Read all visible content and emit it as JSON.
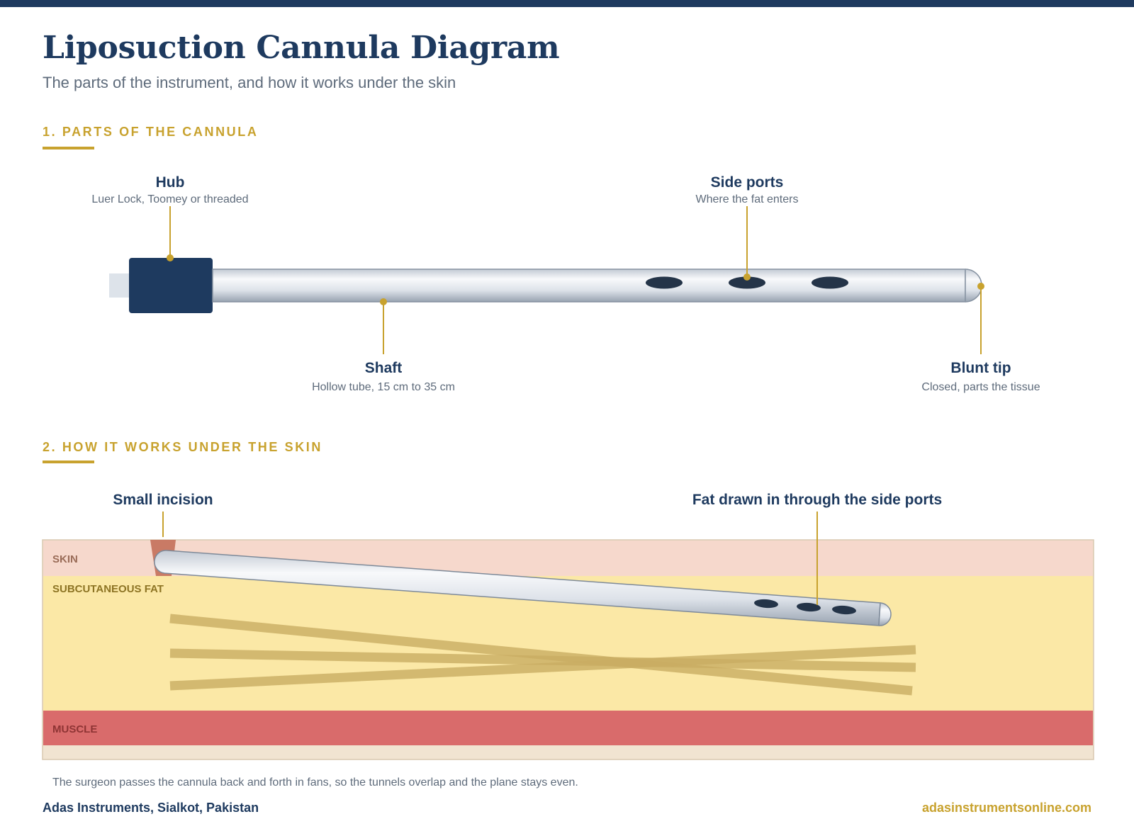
{
  "title": "Liposuction Cannula Diagram",
  "subtitle": "The parts of the instrument, and how it works under the skin",
  "section1": {
    "heading": "1. PARTS OF THE CANNULA",
    "hub": {
      "title": "Hub",
      "desc": "Luer Lock, Toomey or threaded"
    },
    "side_ports": {
      "title": "Side ports",
      "desc": "Where the fat enters"
    },
    "shaft": {
      "title": "Shaft",
      "desc": "Hollow tube, 15 cm to 35 cm"
    },
    "blunt_tip": {
      "title": "Blunt tip",
      "desc": "Closed, parts the tissue"
    }
  },
  "section2": {
    "heading": "2. HOW IT WORKS UNDER THE SKIN",
    "incision_label": "Small incision",
    "fat_label": "Fat drawn in through the side ports",
    "layers": {
      "skin": "SKIN",
      "fat": "SUBCUTANEOUS FAT",
      "muscle": "MUSCLE"
    },
    "caption": "The surgeon passes the cannula back and forth in fans, so the tunnels overlap and the plane stays even."
  },
  "footer": {
    "company": "Adas Instruments, Sialkot, Pakistan",
    "website": "adasinstrumentsonline.com"
  },
  "colors": {
    "navy": "#1e3a5f",
    "gold": "#c8a22e",
    "skin": "#f6d8cc",
    "fat": "#fbe8a6",
    "muscle": "#d96b6b",
    "tunnel": "#c9ad63"
  }
}
